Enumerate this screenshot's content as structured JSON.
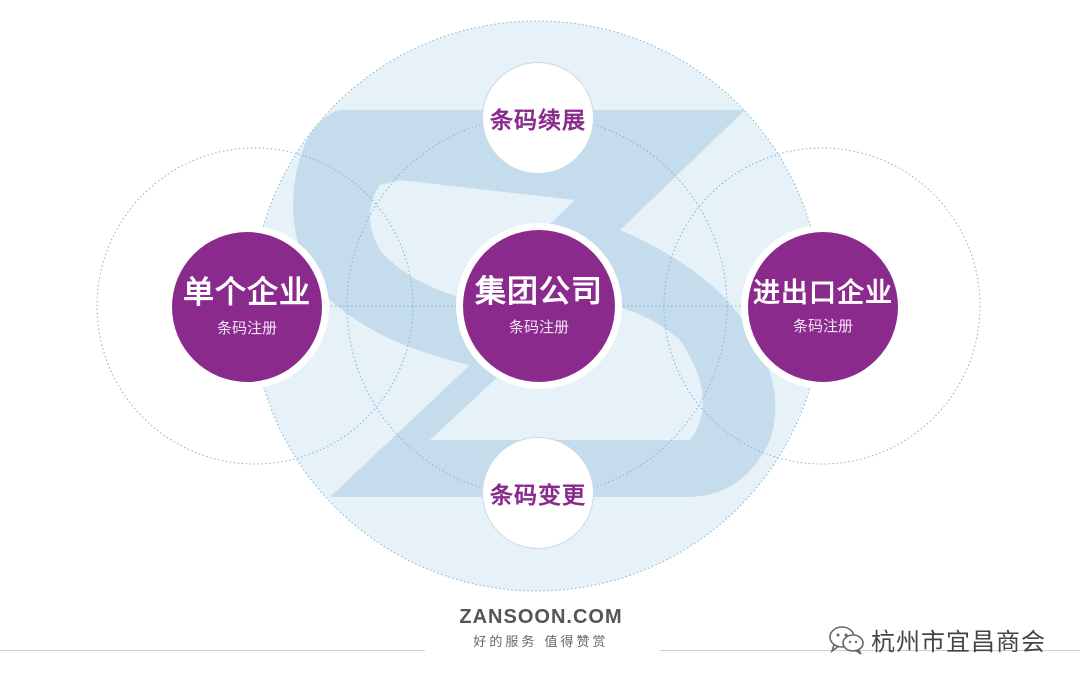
{
  "diagram": {
    "center": {
      "title": "集团公司",
      "subtitle": "条码注册"
    },
    "left": {
      "title": "单个企业",
      "subtitle": "条码注册"
    },
    "right": {
      "title": "进出口企业",
      "subtitle": "条码注册"
    },
    "top": {
      "title": "条码续展"
    },
    "bottom": {
      "title": "条码变更"
    }
  },
  "brand": {
    "name": "ZANSOON.COM",
    "slogan": "好的服务  值得赞赏"
  },
  "watermark": {
    "account": "杭州市宜昌商会",
    "icon": "wechat-icon"
  },
  "colors": {
    "purple": "#8b2a8d",
    "light_blue": "#dbe9f2",
    "logo_blue": "#c4dceb",
    "dotted": "#7fb6d6"
  }
}
